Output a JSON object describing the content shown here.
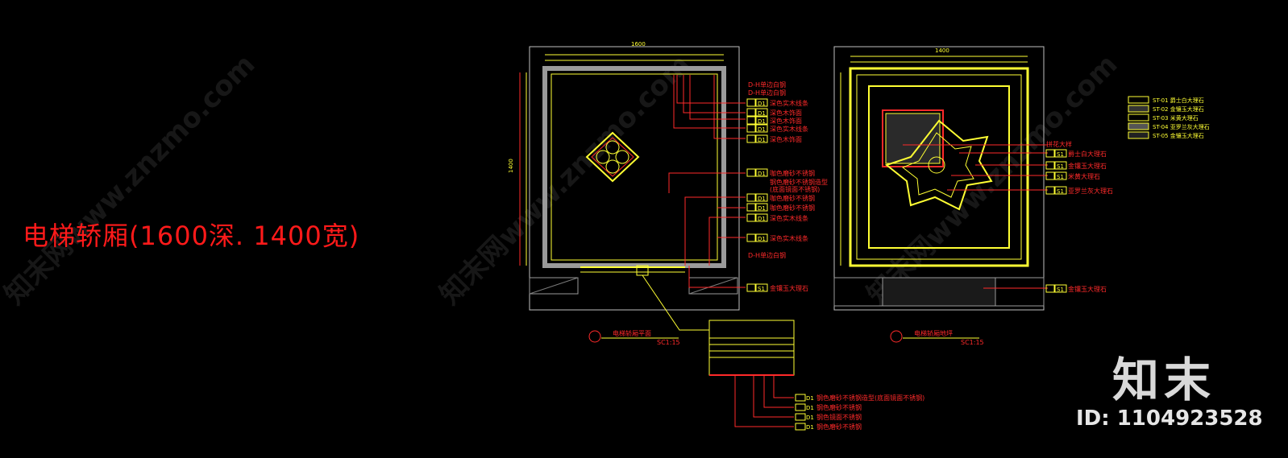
{
  "title": "电梯轿厢(1600深. 1400宽)",
  "logo_text": "知末",
  "id_text": "ID: 1104923528",
  "watermark": "知末网www.znzmo.com",
  "plan": {
    "caption": "电梯轿厢平面",
    "scale": "SC1:15",
    "top_dim_total": "1600",
    "left_dim_total": "1400",
    "labels": [
      {
        "code": "D1",
        "text": "深色实木线条"
      },
      {
        "code": "D1",
        "text": "深色木饰面"
      },
      {
        "code": "D1",
        "text": "深色木饰面"
      },
      {
        "code": "D1",
        "text": "深色实木线条"
      },
      {
        "code": "D1",
        "text": "深色木饰面"
      },
      {
        "code": "D1",
        "text": "咖色磨砂不锈钢"
      },
      {
        "code": "D1",
        "text": "咖色磨砂不锈钢"
      },
      {
        "code": "D1",
        "text": "咖色磨砂不锈钢"
      },
      {
        "code": "D1",
        "text": "深色实木线条"
      },
      {
        "code": "D1",
        "text": "深色实木线条"
      }
    ],
    "sub_notes": [
      "钢色磨砂不锈钢造型",
      "(底面镜面不锈钢)",
      "D-H单边白钢",
      "D-H单边白钢",
      "D-H单边白钢"
    ],
    "floor_label": {
      "code": "S1",
      "text": "金镶玉大理石"
    }
  },
  "floor": {
    "caption": "电梯轿厢地坪",
    "scale": "SC1:15",
    "top_dim_total": "1400",
    "labels": [
      {
        "code": "",
        "text": "拼花大样"
      },
      {
        "code": "S1",
        "text": "爵士白大理石"
      },
      {
        "code": "S1",
        "text": "金镶玉大理石"
      },
      {
        "code": "S1",
        "text": "米黄大理石"
      },
      {
        "code": "S1",
        "text": "亚罗兰灰大理石"
      }
    ],
    "floor_label": {
      "code": "S1",
      "text": "金镶玉大理石"
    }
  },
  "detail": {
    "labels": [
      {
        "code": "D1",
        "text": "钢色磨砂不锈钢造型(底面镜面不锈钢)"
      },
      {
        "code": "D1",
        "text": "钢色磨砂不锈钢"
      },
      {
        "code": "D1",
        "text": "钢色镜面不锈钢"
      },
      {
        "code": "D1",
        "text": "钢色磨砂不锈钢"
      }
    ]
  },
  "legend": [
    {
      "text": "ST-01 爵士白大理石"
    },
    {
      "text": "ST-02 金镶玉大理石"
    },
    {
      "text": "ST-03 米黄大理石"
    },
    {
      "text": "ST-04 亚罗兰灰大理石"
    },
    {
      "text": "ST-05 金镶玉大理石"
    }
  ],
  "colors": {
    "line": "#ffff33",
    "leader": "#ff2a2a",
    "wall": "#9a9a9a",
    "title": "#ff1a1a"
  }
}
